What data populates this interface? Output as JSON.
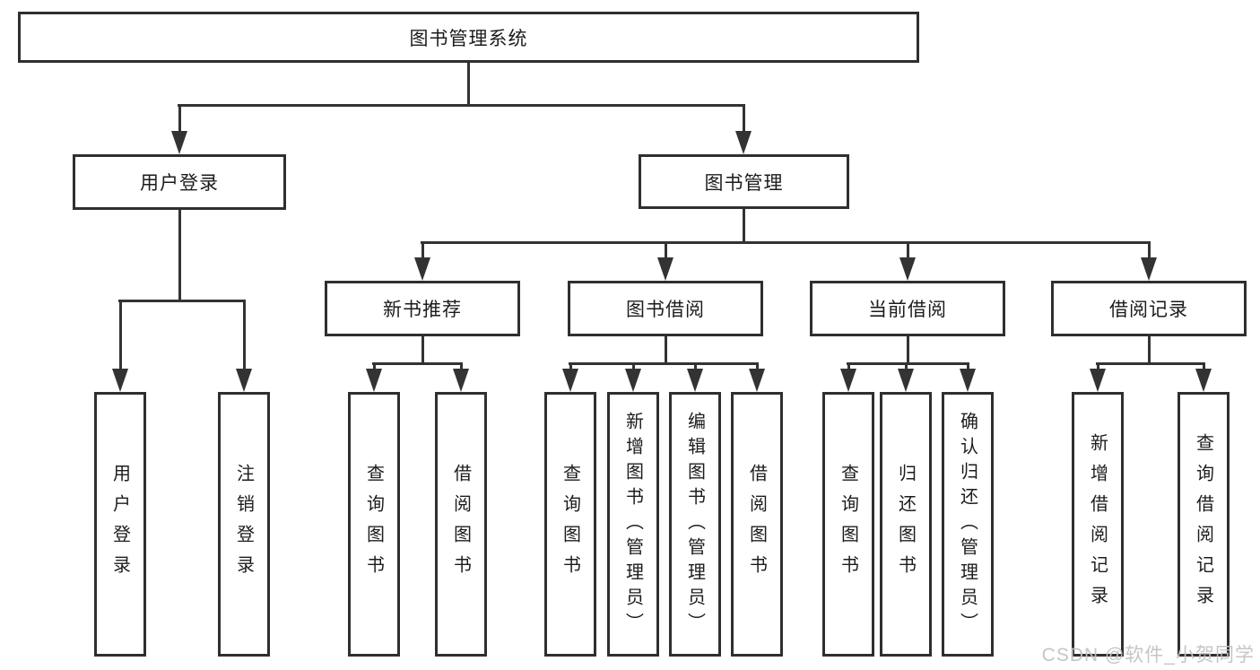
{
  "diagram": {
    "root": {
      "label": "图书管理系统"
    },
    "branches": [
      {
        "id": "user-login",
        "label": "用户登录"
      },
      {
        "id": "book-management",
        "label": "图书管理"
      }
    ],
    "groups": [
      {
        "id": "new-book-recommend",
        "label": "新书推荐",
        "parent": "图书管理"
      },
      {
        "id": "book-borrow",
        "label": "图书借阅",
        "parent": "图书管理"
      },
      {
        "id": "current-borrow",
        "label": "当前借阅",
        "parent": "图书管理"
      },
      {
        "id": "borrow-records",
        "label": "借阅记录",
        "parent": "图书管理"
      }
    ],
    "leaves": [
      {
        "label": "用户登录",
        "parent": "用户登录"
      },
      {
        "label": "注销登录",
        "parent": "用户登录"
      },
      {
        "label": "查询图书",
        "parent": "新书推荐"
      },
      {
        "label": "借阅图书",
        "parent": "新书推荐"
      },
      {
        "label": "查询图书",
        "parent": "图书借阅"
      },
      {
        "label": "新增图书（管理员）",
        "parent": "图书借阅"
      },
      {
        "label": "编辑图书（管理员）",
        "parent": "图书借阅"
      },
      {
        "label": "借阅图书",
        "parent": "图书借阅"
      },
      {
        "label": "查询图书",
        "parent": "当前借阅"
      },
      {
        "label": "归还图书",
        "parent": "当前借阅"
      },
      {
        "label": "确认归还（管理员）",
        "parent": "当前借阅"
      },
      {
        "label": "新增借阅记录",
        "parent": "借阅记录"
      },
      {
        "label": "查询借阅记录",
        "parent": "借阅记录"
      }
    ]
  },
  "watermark": {
    "text": "CSDN @软件_小贺同学",
    "color": "#c2c2c2"
  },
  "colors": {
    "line": "#333333",
    "box_border": "#2f2f2f",
    "text": "#1c1c1c",
    "background": "#ffffff"
  }
}
